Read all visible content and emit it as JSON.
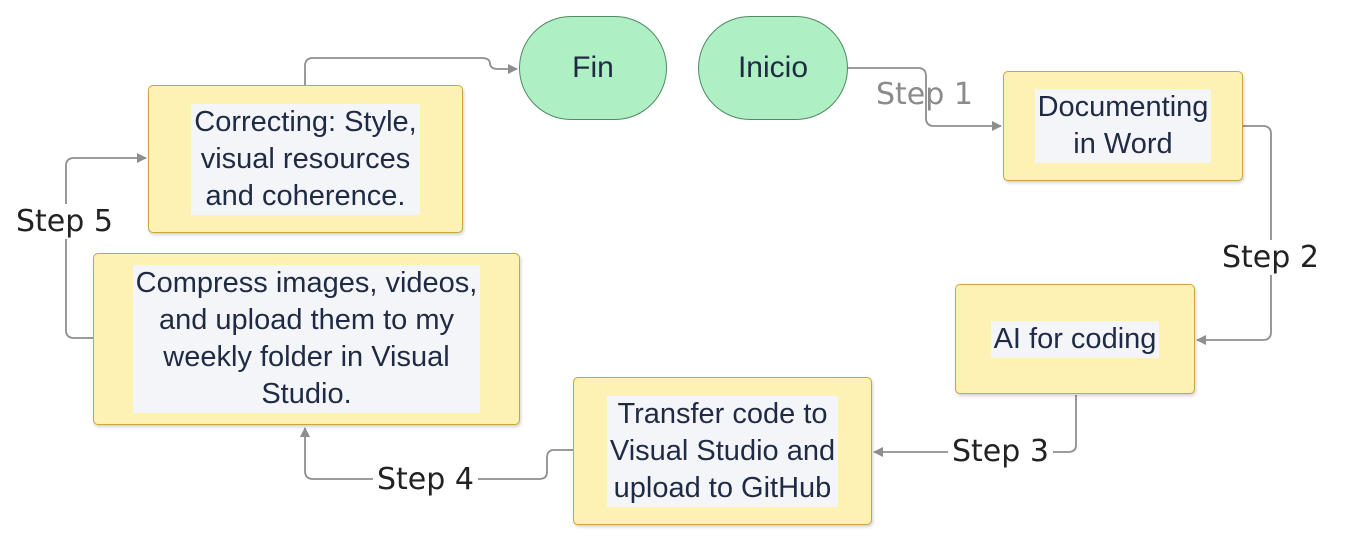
{
  "nodes": {
    "fin": "Fin",
    "inicio": "Inicio",
    "documenting": "Documenting\nin Word",
    "ai_coding": "AI for coding",
    "transfer": "Transfer code to\nVisual Studio and\nupload to GitHub",
    "compress": "Compress images, videos,\nand upload them to my\nweekly folder in Visual\nStudio.",
    "correcting": "Correcting: Style,\nvisual resources\nand coherence."
  },
  "steps": {
    "step1": "Step 1",
    "step2": "Step 2",
    "step3": "Step 3",
    "step4": "Step 4",
    "step5": "Step 5"
  },
  "colors": {
    "terminal_fill": "#aeefc4",
    "process_fill": "#fdf1b4",
    "connector": "#8e8e8e"
  }
}
